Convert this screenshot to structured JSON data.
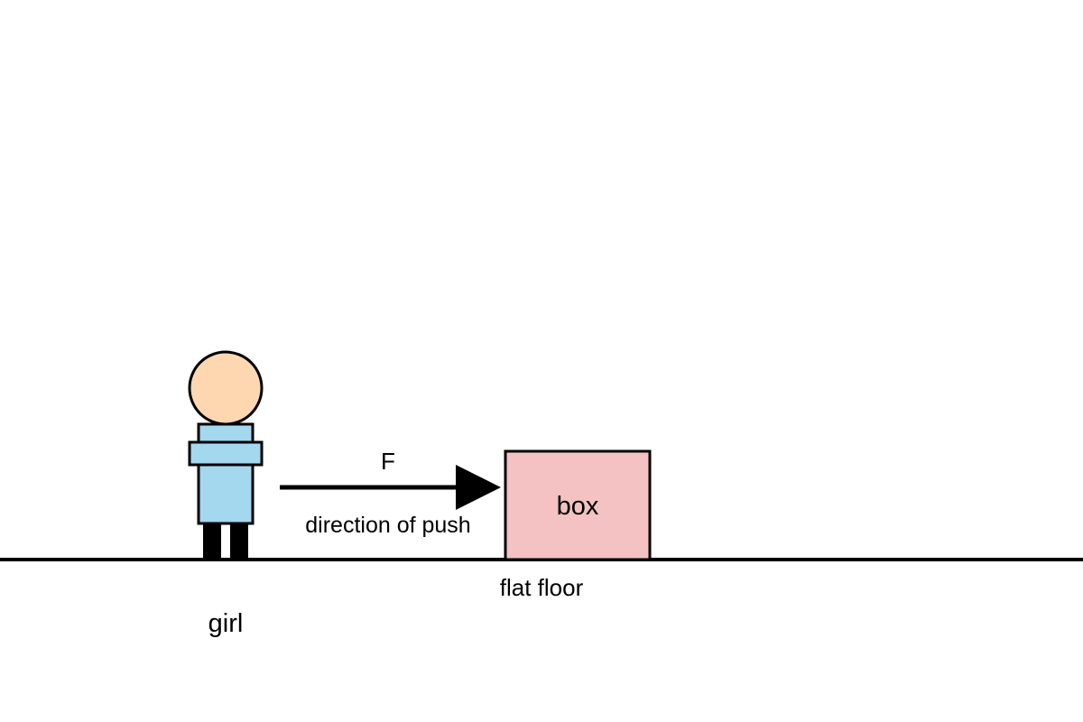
{
  "diagram": {
    "force_symbol": "F",
    "force_caption": "direction of push",
    "box_label": "box",
    "floor_label": "flat floor",
    "person_label": "girl"
  },
  "colors": {
    "skin": "#fed7b0",
    "shirt": "#a3d8ef",
    "box_fill": "#f4c2c2",
    "outline": "#000000",
    "background": "#ffffff"
  }
}
